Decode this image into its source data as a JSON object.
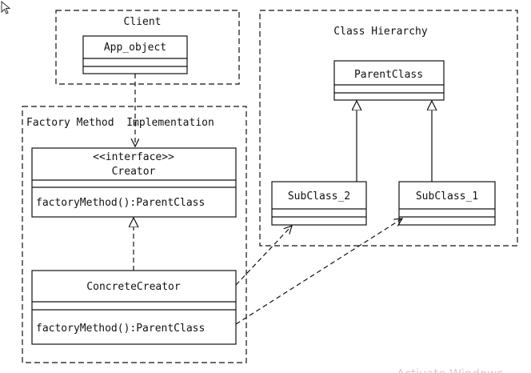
{
  "diagram": {
    "client_group": {
      "label": "Client"
    },
    "factory_group": {
      "label": "Factory Method  Implementation"
    },
    "hierarchy_group": {
      "label": "Class Hierarchy"
    },
    "app_object": {
      "name": "App_object"
    },
    "creator": {
      "stereotype": "<<interface>>",
      "name": "Creator",
      "method": "factoryMethod():ParentClass"
    },
    "concrete_creator": {
      "name": "ConcreteCreator",
      "method": "factoryMethod():ParentClass"
    },
    "parent_class": {
      "name": "ParentClass"
    },
    "subclass_2": {
      "name": "SubClass_2"
    },
    "subclass_1": {
      "name": "SubClass_1"
    },
    "watermark": {
      "text": "Activate Windows"
    }
  },
  "colors": {
    "line": "#111111",
    "background": "#ffffff",
    "watermark": "#cfcfcf"
  }
}
